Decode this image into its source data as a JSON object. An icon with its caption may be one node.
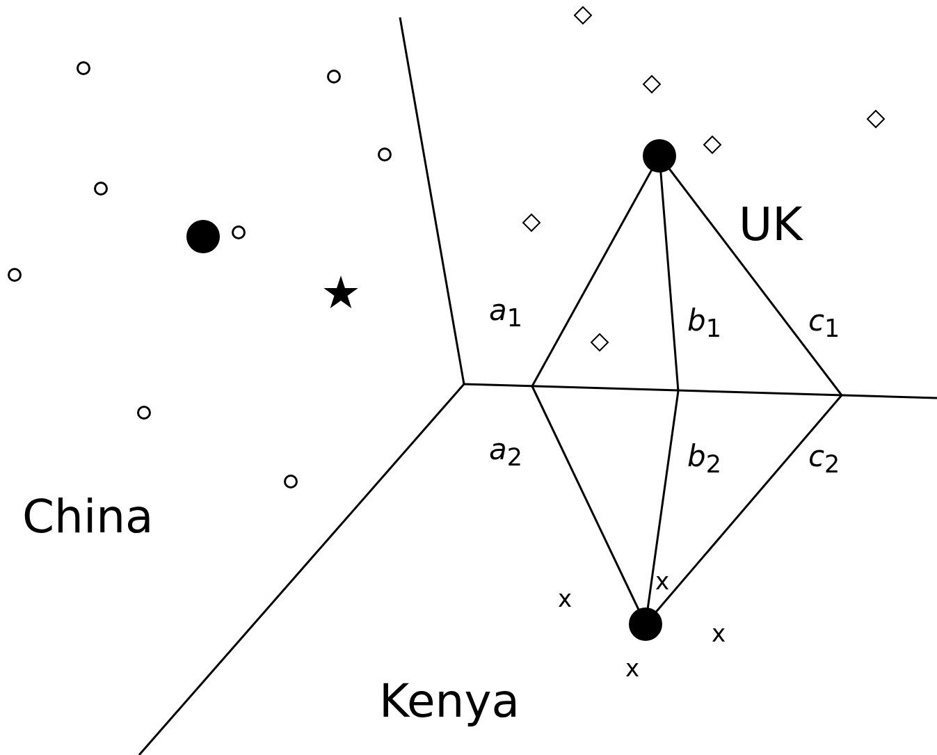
{
  "diagram": {
    "labels": [
      "UK",
      "*a*$_{1}$",
      "*b*$_{1}$",
      "*c*$_{1}$",
      "*a*$_{2}$",
      "*b*$_{2}$",
      "*c*$_{2}$",
      "China",
      "x",
      "x",
      "x",
      "x",
      "Kenya"
    ]
  }
}
